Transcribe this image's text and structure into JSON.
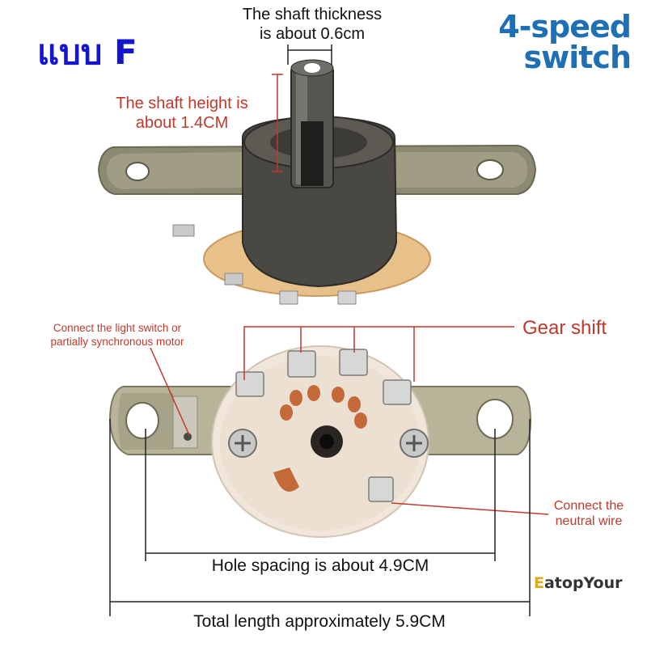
{
  "variant_label": "แบบ F",
  "title": {
    "line1": "4-speed",
    "line2": "switch"
  },
  "annotations": {
    "shaft_thickness": {
      "line1": "The shaft thickness",
      "line2": "is about 0.6cm"
    },
    "shaft_height": {
      "line1": "The shaft height is",
      "line2": "about 1.4CM"
    },
    "light_switch": {
      "line1": "Connect the light switch or",
      "line2": "partially synchronous motor"
    },
    "gear_shift": "Gear shift",
    "neutral_wire": {
      "line1": "Connect the",
      "line2": "neutral wire"
    },
    "hole_spacing": "Hole spacing is about 4.9CM",
    "total_length": "Total length approximately 5.9CM"
  },
  "watermark": {
    "initial": "E",
    "rest": "atopYour"
  },
  "colors": {
    "variant": "#1515d0",
    "title": "#1f6fb5",
    "annotation": "#c0392b"
  }
}
